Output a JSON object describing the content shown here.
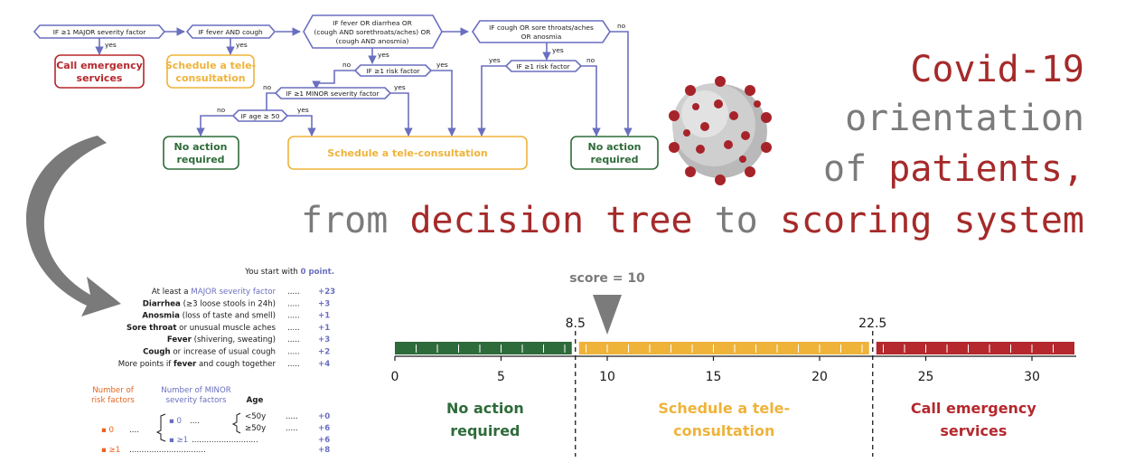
{
  "colors": {
    "red": "#b5282d",
    "orange": "#efb33a",
    "green": "#2e6b3a",
    "blue": "#6a6fbf",
    "grey": "#7b7b7b",
    "risk_orange": "#e8641e"
  },
  "title": {
    "line1": "Covid-19",
    "line2": "orientation",
    "line3_a": "of ",
    "line3_b": "patients,",
    "line4_a": "from ",
    "line4_b": "decision tree",
    "line4_c": " to ",
    "line4_d": "scoring system"
  },
  "tree": {
    "q1": "IF ≥1 MAJOR severity factor",
    "q2": "IF fever AND cough",
    "q3_l1": "IF fever OR diarrhea OR",
    "q3_l2": "(cough AND sorethroats/aches) OR",
    "q3_l3": "(cough AND anosmia)",
    "q4_l1": "IF cough OR sore throats/aches",
    "q4_l2": "OR anosmia",
    "q5": "IF ≥1 risk factor",
    "q6": "IF ≥1 risk factor",
    "q7": "IF ≥1 MINOR severity factor",
    "q8": "IF age ≥ 50",
    "out_emergency_l1": "Call emergency",
    "out_emergency_l2": "services",
    "out_tele_l1": "Schedule a tele-",
    "out_tele_l2": "consultation",
    "out_tele_wide": "Schedule a tele-consultation",
    "out_noaction_l1": "No action",
    "out_noaction_l2": "required",
    "yes": "yes",
    "no": "no"
  },
  "scoring": {
    "start_a": "You start with ",
    "start_b": "0 point.",
    "rows": [
      {
        "pre": "At least a ",
        "bold": "",
        "hl": "MAJOR severity factor",
        "post": "",
        "pts": "+23"
      },
      {
        "pre": "",
        "bold": "Diarrhea",
        "hl": "",
        "post": " (≥3 loose stools in 24h)",
        "pts": "+3"
      },
      {
        "pre": "",
        "bold": "Anosmia",
        "hl": "",
        "post": " (loss of taste and smell)",
        "pts": "+1"
      },
      {
        "pre": "",
        "bold": "Sore throat",
        "hl": "",
        "post": " or unusual muscle aches",
        "pts": "+1"
      },
      {
        "pre": "",
        "bold": "Fever",
        "hl": "",
        "post": " (shivering, sweating)",
        "pts": "+3"
      },
      {
        "pre": "",
        "bold": "Cough",
        "hl": "",
        "post": " or increase of usual cough",
        "pts": "+2"
      },
      {
        "pre": "More points if ",
        "bold": "fever",
        "hl": "",
        "post": " and cough together",
        "pts": "+4"
      }
    ],
    "col_risk_l1": "Number of",
    "col_risk_l2": "risk factors",
    "col_minor_l1": "Number of MINOR",
    "col_minor_l2": "severity factors",
    "col_age": "Age",
    "risk_zero": "▪ 0",
    "risk_one": "▪ ≥1",
    "minor_zero": "▪ 0",
    "minor_one": "▪ ≥1",
    "age_young": "<50y",
    "age_old": "≥50y",
    "pts_young": "+0",
    "pts_old": "+6",
    "pts_minor": "+6",
    "pts_risk": "+8"
  },
  "chart_data": {
    "type": "bar",
    "score_label": "score = 10",
    "score": 10,
    "thresholds": [
      8.5,
      22.5
    ],
    "threshold_labels": [
      "8.5",
      "22.5"
    ],
    "xlim": [
      0,
      32
    ],
    "ticks": [
      0,
      5,
      10,
      15,
      20,
      25,
      30
    ],
    "segments": [
      {
        "from": 0,
        "to": 8.5,
        "color": "#2e6b3a",
        "label_l1": "No action",
        "label_l2": "required"
      },
      {
        "from": 8.5,
        "to": 22.5,
        "color": "#efb33a",
        "label_l1": "Schedule a tele-",
        "label_l2": "consultation"
      },
      {
        "from": 22.5,
        "to": 32,
        "color": "#b5282d",
        "label_l1": "Call emergency",
        "label_l2": "services"
      }
    ]
  }
}
